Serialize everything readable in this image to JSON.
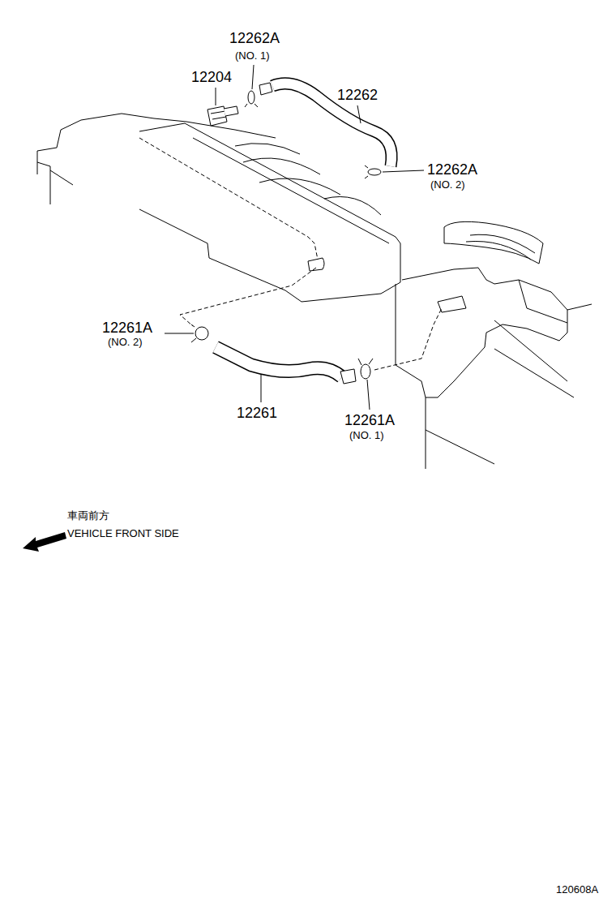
{
  "diagram": {
    "labels": [
      "12262A",
      "(NO. 1)",
      "12204",
      "12262",
      "12262A",
      "(NO. 2)",
      "12261A",
      "(NO. 2)",
      "12261",
      "12261A",
      "(NO. 1)",
      "車両前方",
      "VEHICLE FRONT SIDE",
      "120608A"
    ]
  }
}
